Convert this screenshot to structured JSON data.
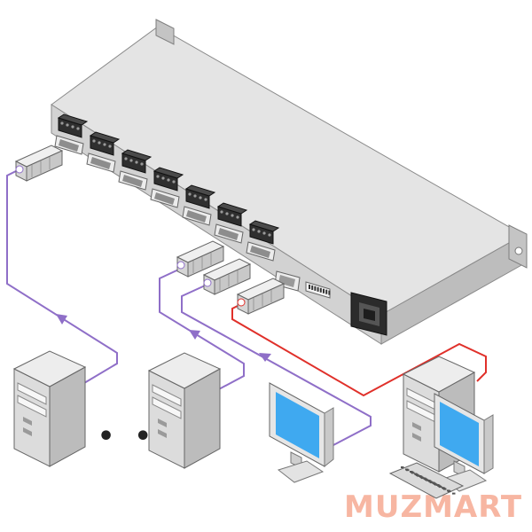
{
  "watermark": {
    "text": "MUZMART"
  },
  "ellipsis": {
    "text": "• • •"
  },
  "rear_panel": {
    "input_count": 7,
    "has_db9_port": true,
    "has_dip_switch": true,
    "has_power_inlet": true
  },
  "devices": [
    {
      "name": "computer-1",
      "type": "tower"
    },
    {
      "name": "computer-2",
      "type": "tower"
    },
    {
      "name": "display-1",
      "type": "monitor"
    },
    {
      "name": "workstation",
      "type": "tower-with-monitor"
    }
  ],
  "colors": {
    "chassis_top": "#e4e4e4",
    "chassis_front": "#cfcfcf",
    "chassis_edge": "#8a8a8a",
    "cable_input": "#8f6fc8",
    "cable_output": "#e0302a",
    "screen": "#3fa9f0",
    "tower": "#e2e2e2",
    "watermark": "#f7b6a2"
  }
}
